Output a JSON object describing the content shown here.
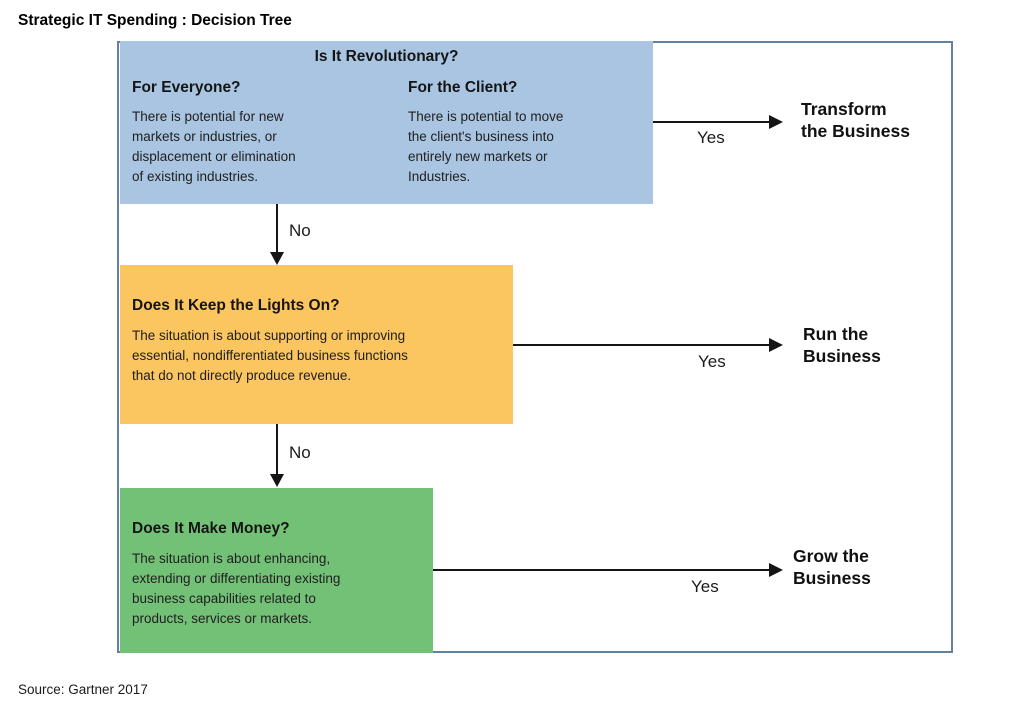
{
  "title": "Strategic IT Spending : Decision Tree",
  "source": "Source: Gartner 2017",
  "colors": {
    "revolutionary_box": "#a9c5e1",
    "lights_on_box": "#fbc560",
    "make_money_box": "#73c177",
    "frame_border": "#62809f",
    "arrow": "#151515"
  },
  "decision_tree": {
    "node_revolutionary": {
      "question": "Is It Revolutionary?",
      "for_everyone": {
        "heading": "For Everyone?",
        "body": "There is potential for new\nmarkets or industries, or\ndisplacement or elimination\nof existing industries."
      },
      "for_client": {
        "heading": "For the Client?",
        "body": "There is potential to move\nthe client's business into\nentirely new markets or\nIndustries."
      },
      "yes_label": "Yes",
      "outcome": "Transform\nthe Business",
      "no_label": "No"
    },
    "node_lights_on": {
      "question": "Does It Keep the Lights On?",
      "body": "The situation is about supporting or improving\nessential, nondifferentiated business functions\nthat do not directly produce revenue.",
      "yes_label": "Yes",
      "outcome": "Run the\nBusiness",
      "no_label": "No"
    },
    "node_make_money": {
      "question": "Does It Make Money?",
      "body": "The situation is about enhancing,\nextending or differentiating existing\nbusiness capabilities related to\nproducts, services or markets.",
      "yes_label": "Yes",
      "outcome": "Grow the\nBusiness"
    }
  }
}
